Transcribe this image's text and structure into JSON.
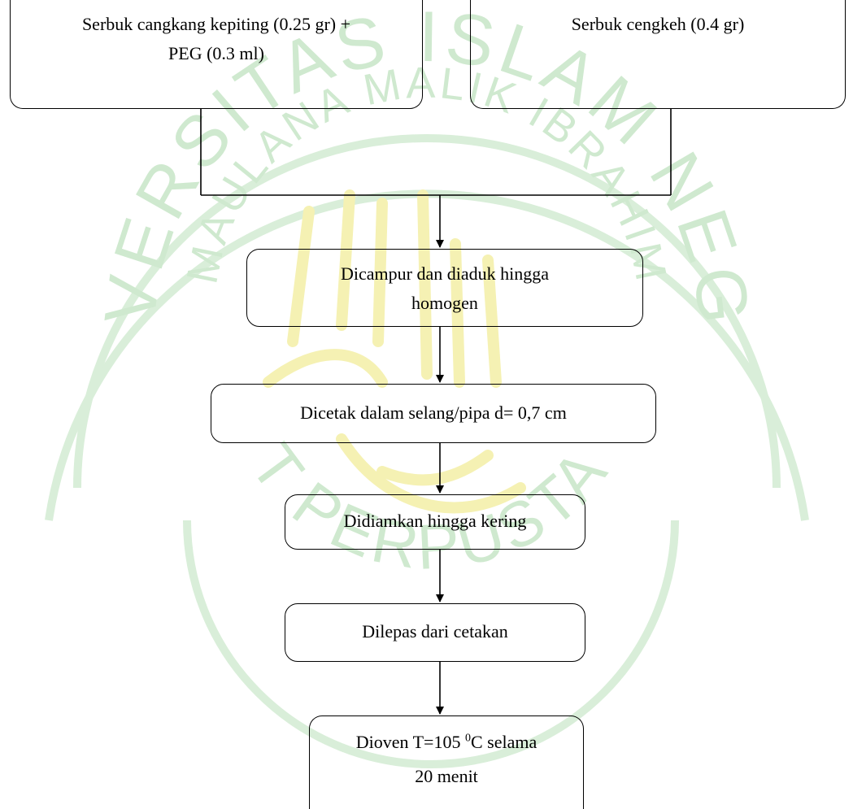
{
  "watermark": {
    "arc_top": "UNIVERSITAS ISLAM NEGERI",
    "arc_inner": "MAULANA MALIK IBRAHIM",
    "arc_bottom": "PUSAT PERPUSTAKAAN",
    "color": "#c9e6c9",
    "logo_color": "#f3ef9c"
  },
  "flowchart": {
    "input_left": {
      "line1": "Serbuk cangkang kepiting (0.25 gr) +",
      "line2": "PEG (0.3 ml)"
    },
    "input_right": {
      "line1": "Serbuk cengkeh (0.4 gr)"
    },
    "step1": {
      "line1": "Dicampur dan diaduk hingga",
      "line2": "homogen"
    },
    "step2": {
      "line1": "Dicetak dalam selang/pipa d= 0,7 cm"
    },
    "step3": {
      "line1": "Didiamkan hingga kering"
    },
    "step4": {
      "line1": "Dilepas dari cetakan"
    },
    "step5": {
      "line1_prefix": "Dioven T=105 ",
      "line1_sup": "0",
      "line1_suffix": "C selama",
      "line2": "20 menit"
    }
  }
}
